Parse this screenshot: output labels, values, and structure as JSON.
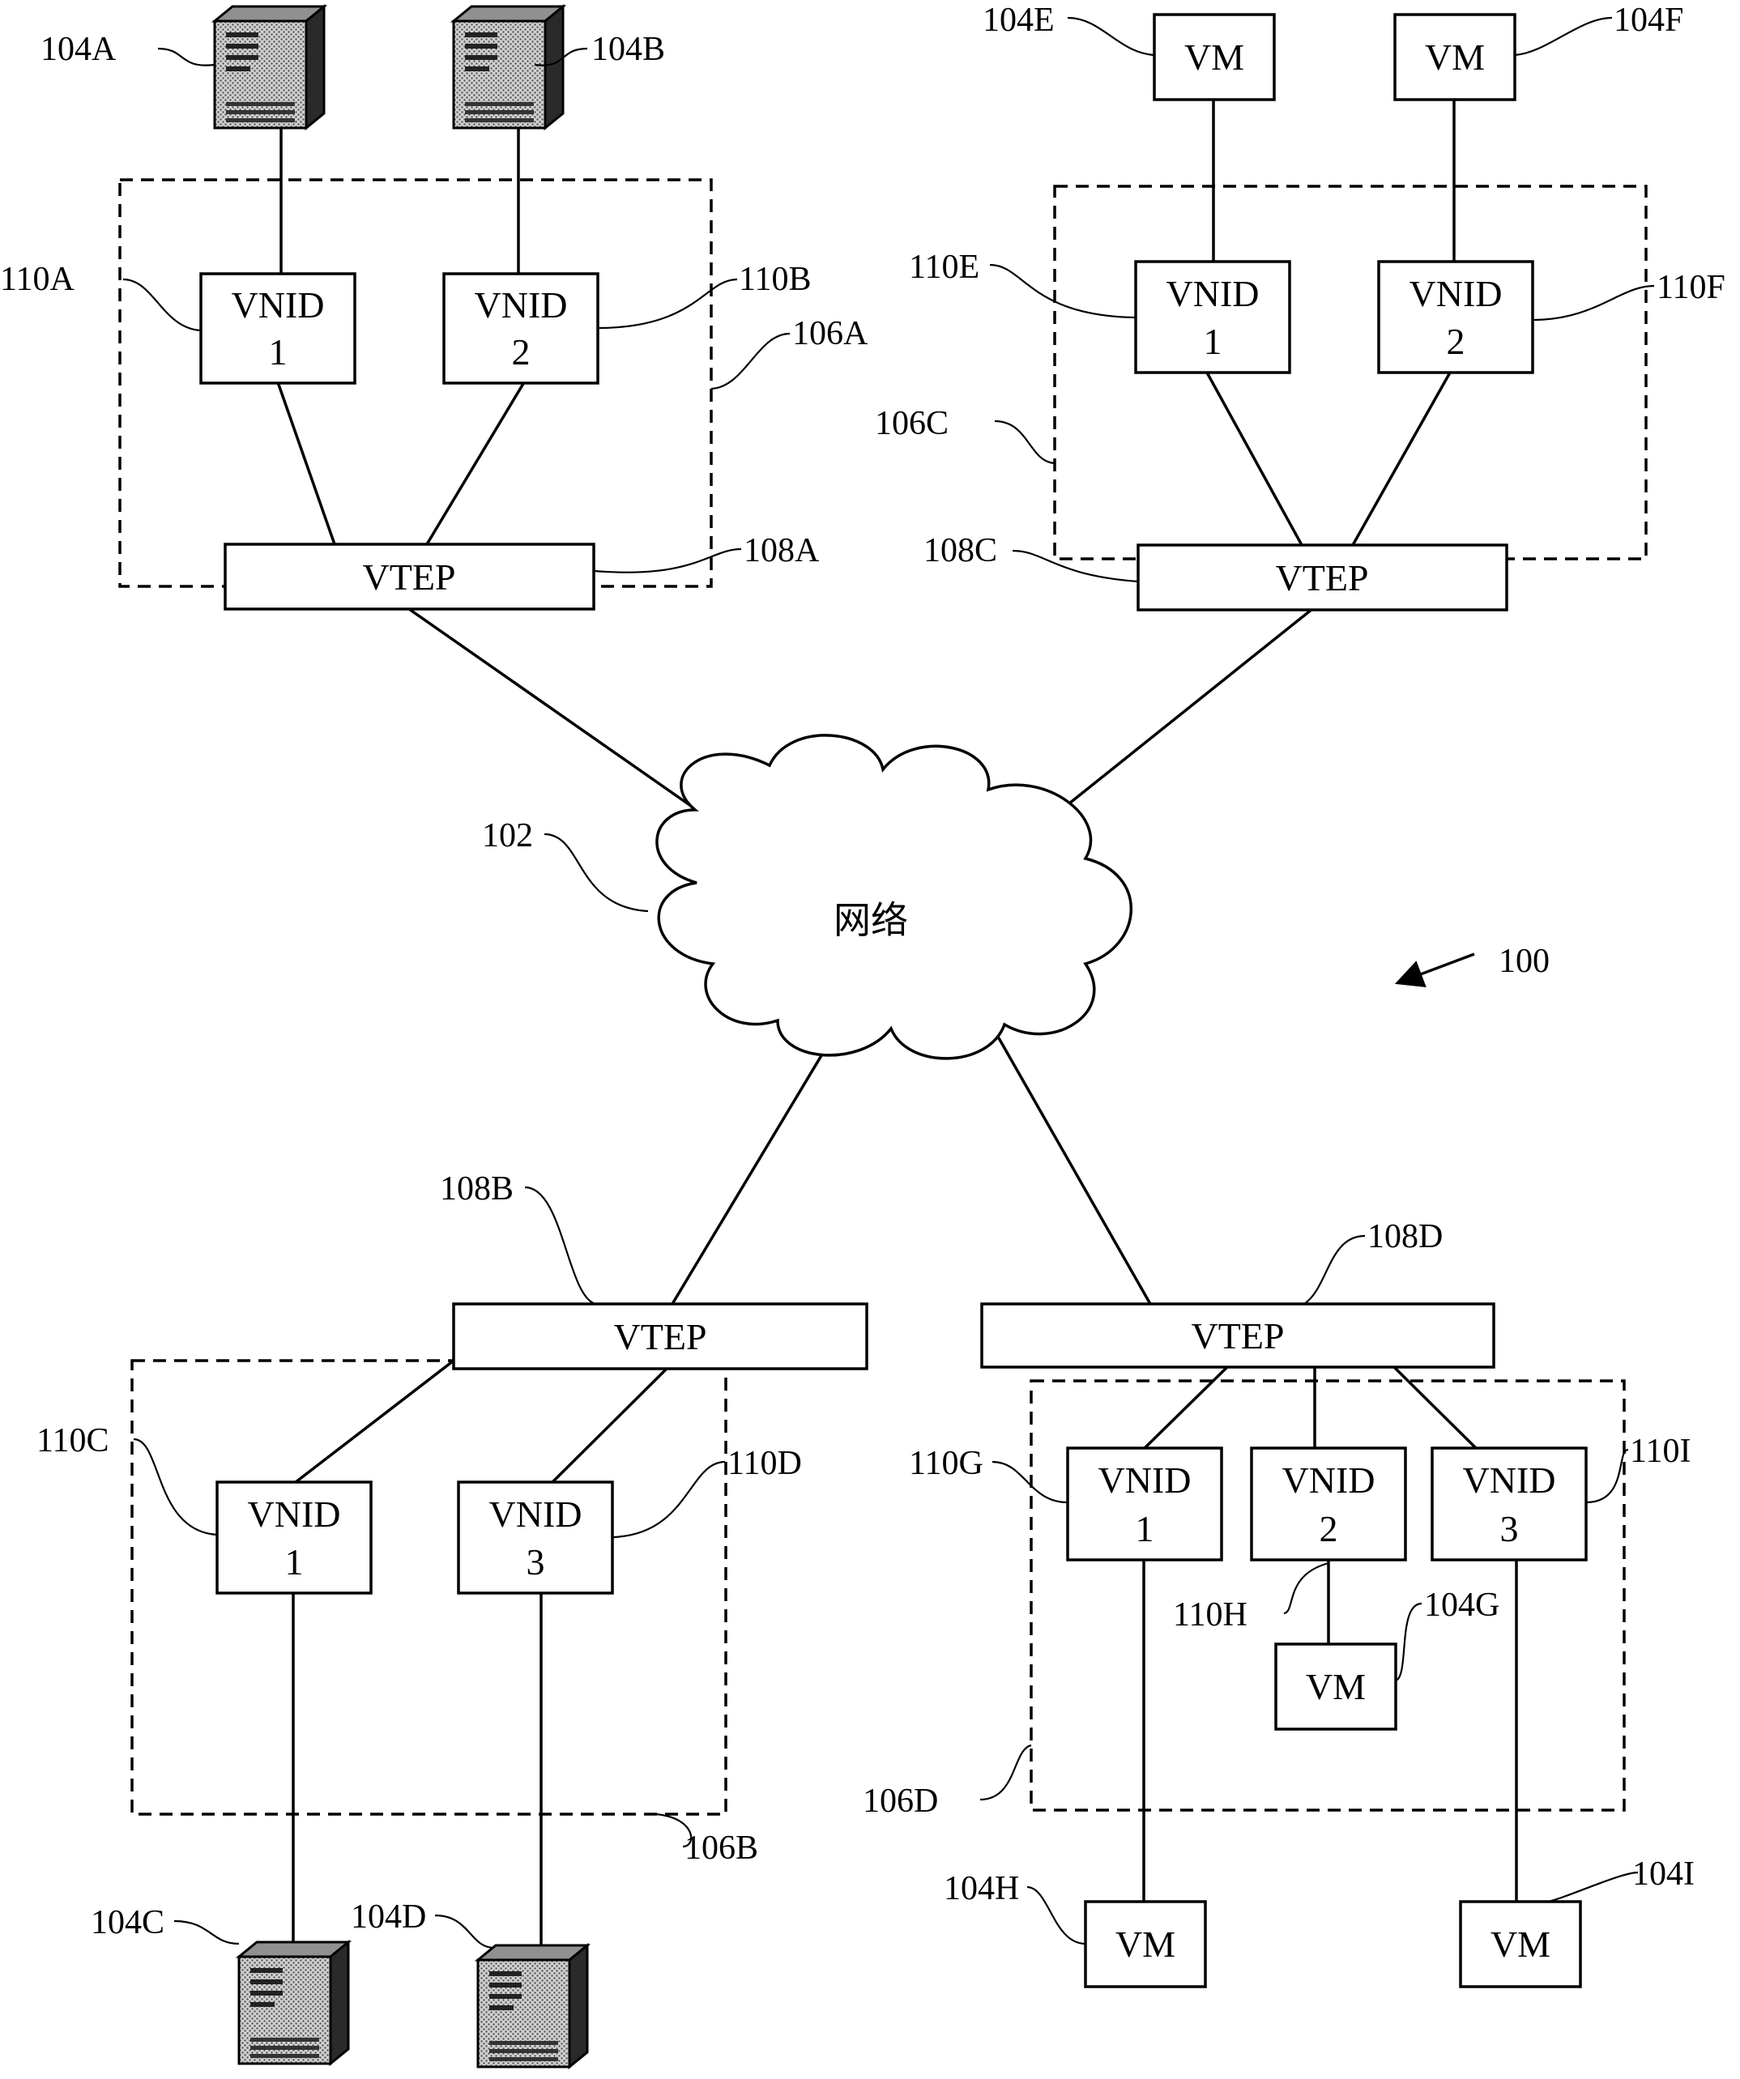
{
  "network": {
    "label": "网络",
    "ref": "102"
  },
  "system_ref": "100",
  "vtep": {
    "label": "VTEP",
    "refs": [
      "108A",
      "108B",
      "108C",
      "108D"
    ]
  },
  "vnid": {
    "label": "VNID",
    "items": [
      {
        "ref": "110A",
        "num": "1"
      },
      {
        "ref": "110B",
        "num": "2"
      },
      {
        "ref": "110C",
        "num": "1"
      },
      {
        "ref": "110D",
        "num": "3"
      },
      {
        "ref": "110E",
        "num": "1"
      },
      {
        "ref": "110F",
        "num": "2"
      },
      {
        "ref": "110G",
        "num": "1"
      },
      {
        "ref": "110H",
        "num": "2"
      },
      {
        "ref": "110I",
        "num": "3"
      }
    ]
  },
  "vm": {
    "label": "VM",
    "refs": [
      "104E",
      "104F",
      "104G",
      "104H",
      "104I"
    ]
  },
  "servers": {
    "refs": [
      "104A",
      "104B",
      "104C",
      "104D"
    ]
  },
  "groups": {
    "refs": [
      "106A",
      "106B",
      "106C",
      "106D"
    ]
  },
  "icons": {
    "server": "server-tower-icon",
    "cloud": "cloud-icon",
    "arrow": "reference-arrow-icon"
  }
}
